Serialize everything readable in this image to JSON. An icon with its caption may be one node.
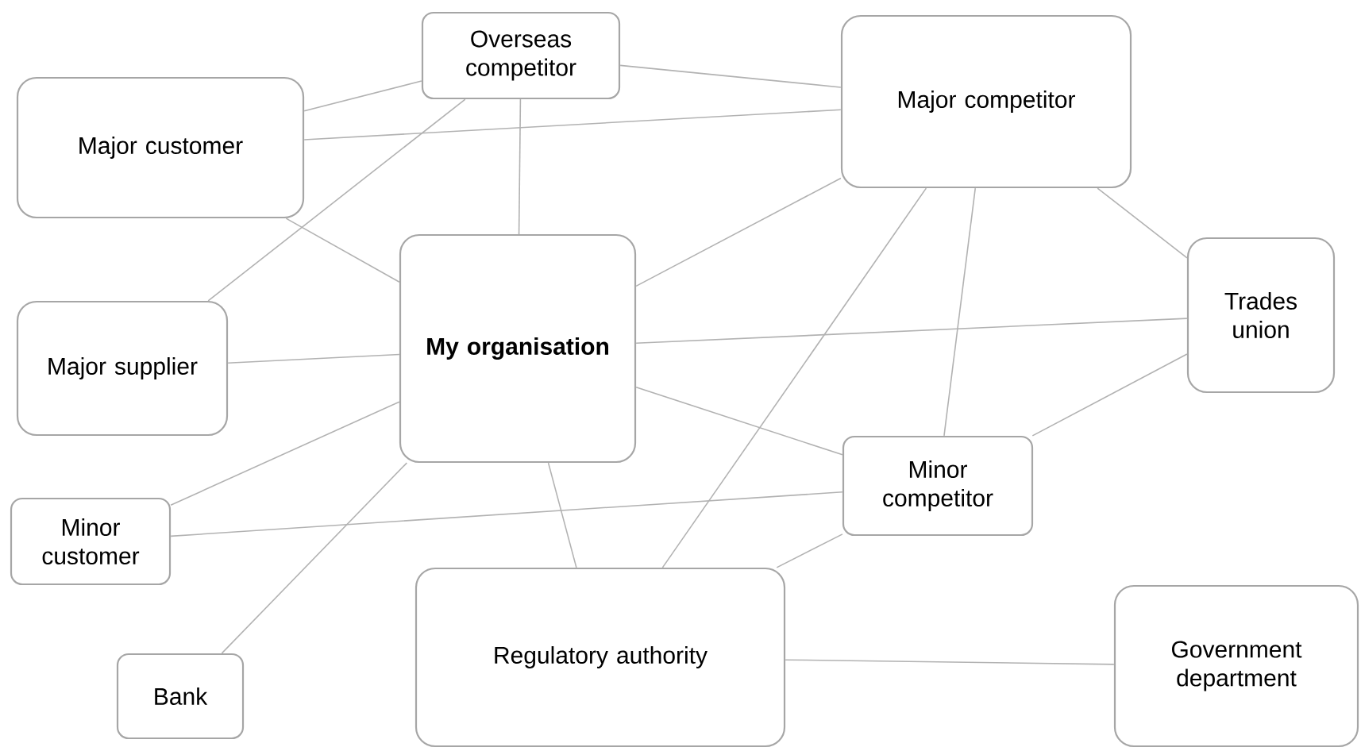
{
  "diagram": {
    "nodes": [
      {
        "text": [
          "Overseas competitor"
        ]
      },
      {
        "text": [
          "Major customer"
        ]
      },
      {
        "text": [
          "Major competitor"
        ]
      },
      {
        "text": [
          "My organisation"
        ]
      },
      {
        "text": [
          "Major supplier"
        ]
      },
      {
        "text": [
          "Trades union"
        ]
      },
      {
        "text": [
          "Minor competitor"
        ]
      },
      {
        "text": [
          "Minor customer"
        ]
      },
      {
        "text": [
          "Regulatory authority"
        ]
      },
      {
        "text": [
          "Bank"
        ]
      },
      {
        "text": [
          "Government department"
        ]
      }
    ],
    "edges": [
      {
        "from": 0,
        "to": 1,
        "arrow": "none"
      },
      {
        "from": 0,
        "to": 4,
        "arrow": "none"
      },
      {
        "from": 0,
        "to": 3,
        "arrow": "none"
      },
      {
        "from": 0,
        "to": 2,
        "arrow": "none"
      },
      {
        "from": 1,
        "to": 2,
        "arrow": "none"
      },
      {
        "from": 1,
        "to": 3,
        "arrow": "none"
      },
      {
        "from": 4,
        "to": 3,
        "arrow": "none"
      },
      {
        "from": 3,
        "to": 2,
        "arrow": "none"
      },
      {
        "from": 3,
        "to": 5,
        "arrow": "none"
      },
      {
        "from": 3,
        "to": 6,
        "arrow": "none"
      },
      {
        "from": 2,
        "to": 8,
        "arrow": "none"
      },
      {
        "from": 2,
        "to": 6,
        "arrow": "none"
      },
      {
        "from": 2,
        "to": 5,
        "arrow": "none"
      },
      {
        "from": 5,
        "to": 6,
        "arrow": "none"
      },
      {
        "from": 7,
        "to": 3,
        "arrow": "none"
      },
      {
        "from": 9,
        "to": 3,
        "arrow": "none"
      },
      {
        "from": 3,
        "to": 8,
        "arrow": "none"
      },
      {
        "from": 7,
        "to": 6,
        "arrow": "none"
      },
      {
        "from": 6,
        "to": 8,
        "arrow": "none"
      },
      {
        "from": 8,
        "to": 10,
        "arrow": "none"
      }
    ]
  }
}
